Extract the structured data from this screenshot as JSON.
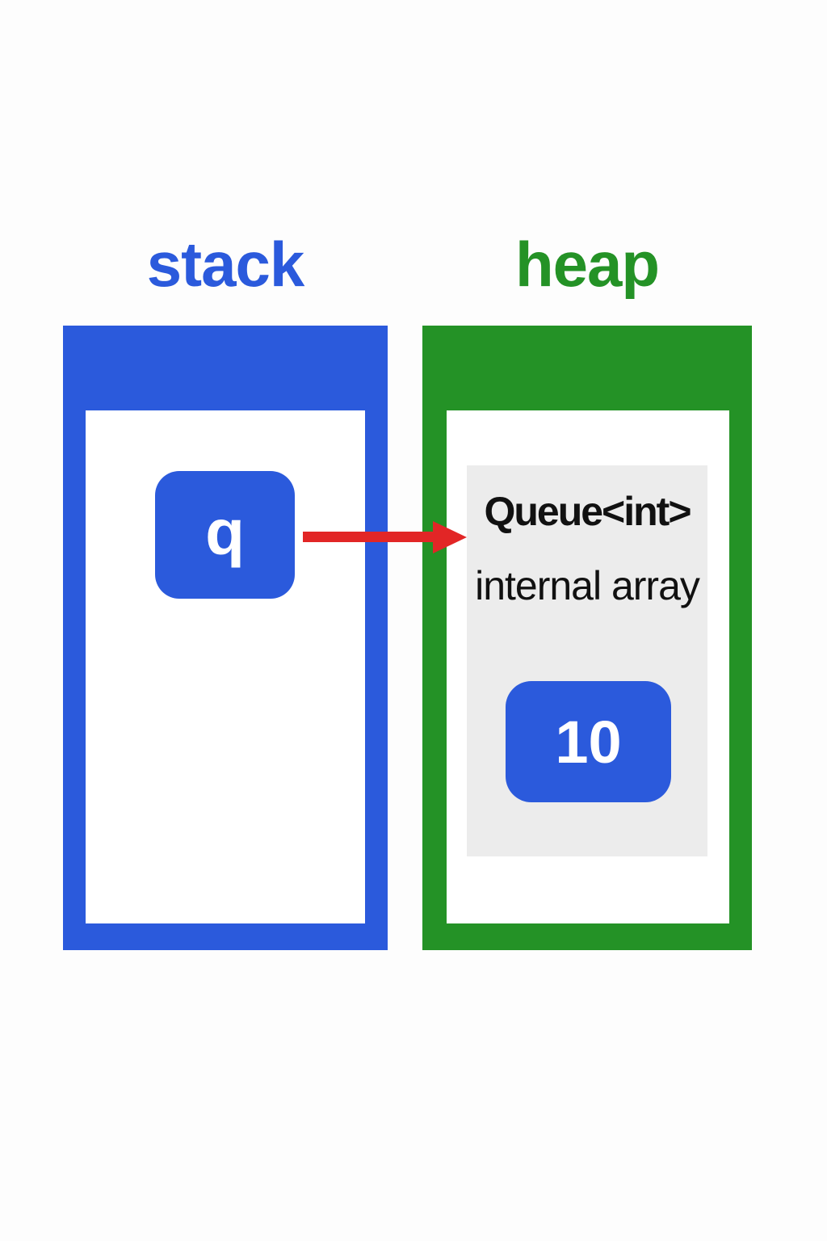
{
  "diagram": {
    "stack_title": "stack",
    "heap_title": "heap",
    "stack": {
      "variable_label": "q"
    },
    "heap": {
      "object_type": "Queue<int>",
      "object_subtitle": "internal array",
      "array_items": [
        "10"
      ]
    }
  },
  "colors": {
    "blue": "#2b5adc",
    "green": "#249226",
    "red": "#e22626",
    "gray": "#ececec",
    "ink": "#111111",
    "white": "#ffffff",
    "background": "#fdfdfd"
  }
}
